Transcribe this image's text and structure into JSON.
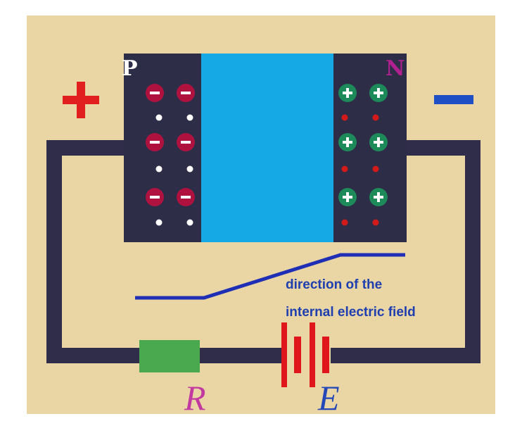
{
  "labels": {
    "p_region": "P",
    "n_region": "N",
    "resistor": "R",
    "battery": "E",
    "field_line1": "direction of the",
    "field_line2": "internal electric field"
  },
  "colors": {
    "background_panel": "#ead5a4",
    "semiconductor": "#2e2d48",
    "depletion_region": "#15a9e6",
    "wire": "#2f2d4a",
    "resistor": "#4aa84e",
    "battery": "#e0161d",
    "positive_terminal": "#e21f1f",
    "negative_terminal": "#1f4fc4",
    "acceptor_ion": "#b01240",
    "donor_ion": "#1d8a5a",
    "hole": "#ffffff",
    "electron": "#d31a1a",
    "field_arrow": "#1f2fb5"
  },
  "terminals": {
    "left_sign": "+",
    "right_sign": "−"
  },
  "p_side": {
    "ion_charge": "negative",
    "carrier": "hole",
    "rows": 3,
    "columns": 2
  },
  "n_side": {
    "ion_charge": "positive",
    "carrier": "electron",
    "rows": 3,
    "columns": 2
  }
}
